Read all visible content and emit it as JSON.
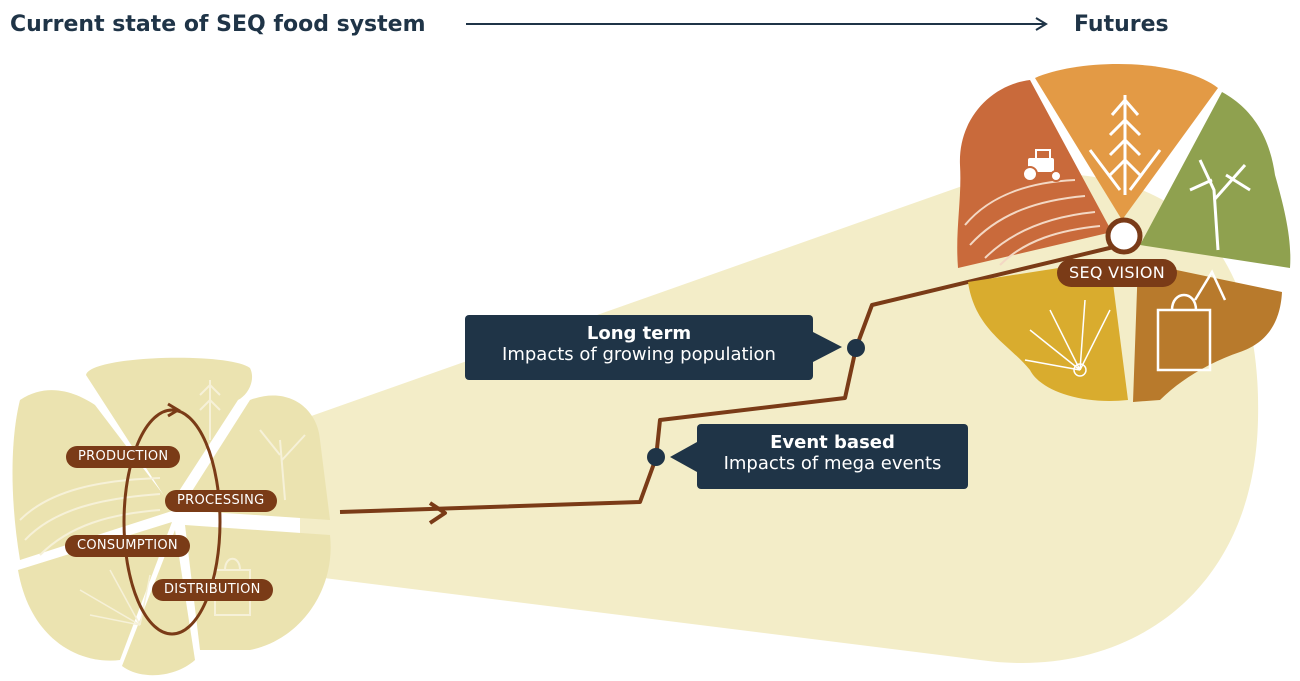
{
  "header": {
    "left_title": "Current state of SEQ food system",
    "right_title": "Futures"
  },
  "cycle_labels": {
    "production": "PRODUCTION",
    "processing": "PROCESSING",
    "consumption": "CONSUMPTION",
    "distribution": "DISTRIBUTION"
  },
  "vision_label": "SEQ VISION",
  "callouts": {
    "long_term": {
      "title": "Long term",
      "subtitle": "Impacts of growing population"
    },
    "event_based": {
      "title": "Event based",
      "subtitle": "Impacts of mega events"
    }
  },
  "colors": {
    "navy": "#1f3447",
    "brown": "#7a3b17",
    "cone": "#f3edc8",
    "faded": "#ebe3b0",
    "petal_farm": "#c96a3b",
    "petal_wheat": "#e39a45",
    "petal_tree": "#8fa14f",
    "petal_process": "#d9ac2e",
    "petal_shop": "#b87a2c"
  },
  "icons": [
    "tractor-icon",
    "wheat-icon",
    "tree-icon",
    "field-icon",
    "shopping-bag-icon",
    "processing-icon"
  ]
}
